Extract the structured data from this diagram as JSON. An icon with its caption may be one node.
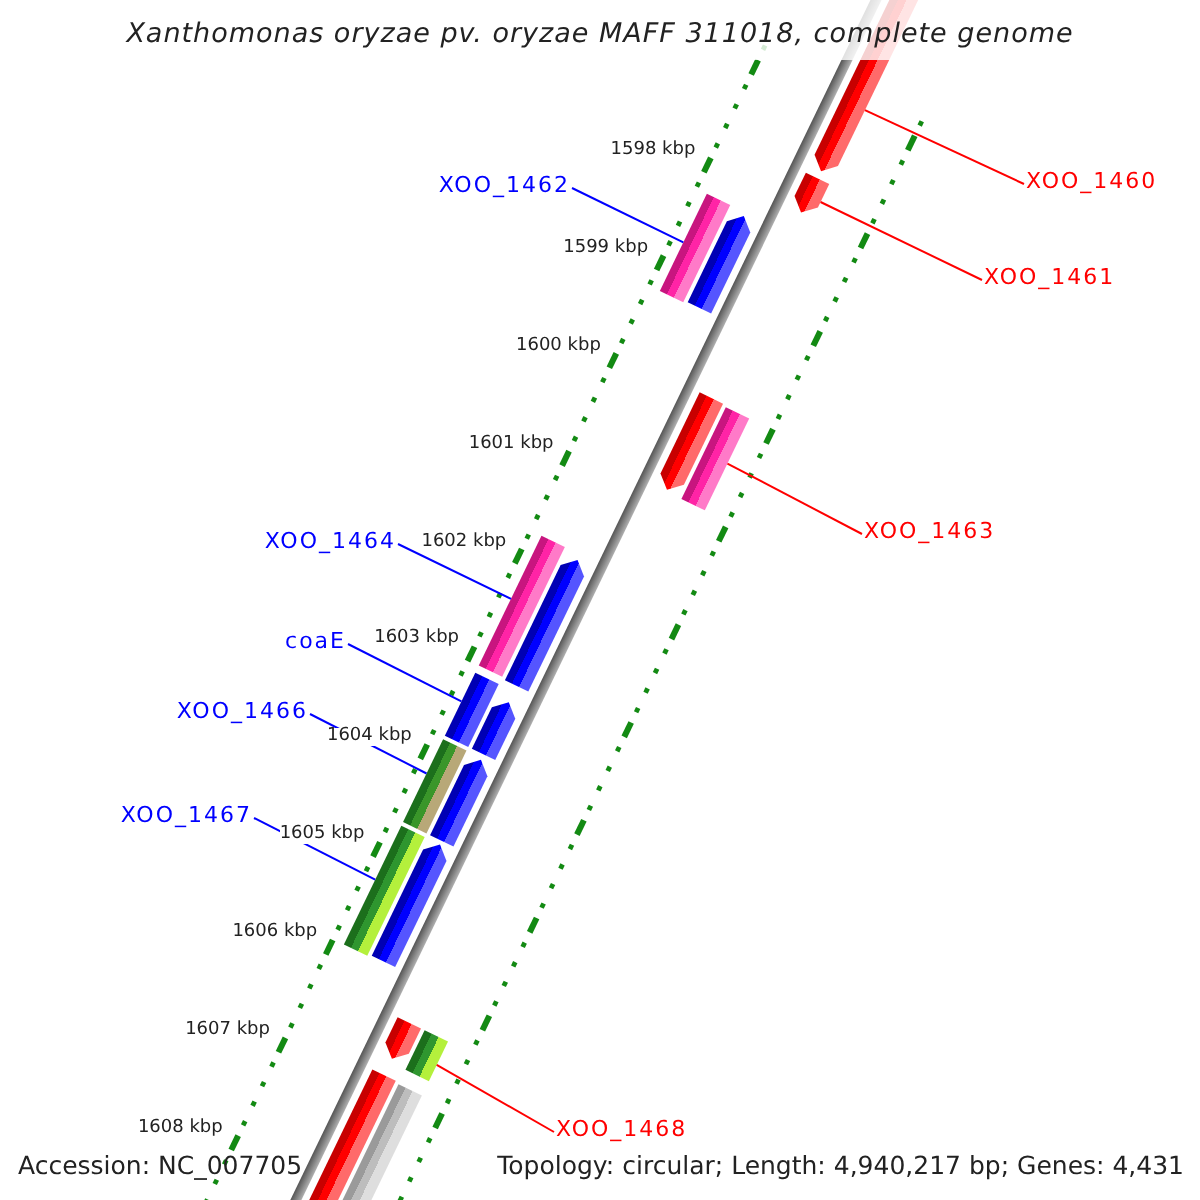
{
  "diagram": {
    "title": "Xanthomonas oryzae pv. oryzae MAFF 311018, complete genome",
    "nodes": [
      {
        "text": [
          "XOO_1460"
        ]
      },
      {
        "text": [
          "XOO_1461"
        ]
      },
      {
        "text": [
          "XOO_1462"
        ]
      },
      {
        "text": [
          "XOO_1463"
        ]
      },
      {
        "text": [
          "XOO_1464"
        ]
      },
      {
        "text": [
          "coaE"
        ]
      },
      {
        "text": [
          "XOO_1466"
        ]
      },
      {
        "text": [
          "XOO_1467"
        ]
      },
      {
        "text": [
          "XOO_1468"
        ]
      },
      {
        "text": [],
        "shape": "pentagon"
      },
      {
        "text": [],
        "shape": "pentagon"
      },
      {
        "text": [],
        "shape": "bar"
      },
      {
        "text": [],
        "shape": "bar"
      },
      {
        "text": [],
        "shape": "bar"
      },
      {
        "text": [],
        "shape": "bar"
      },
      {
        "text": [],
        "shape": "bar"
      },
      {
        "text": [],
        "shape": "bar"
      },
      {
        "text": [],
        "shape": "bar"
      },
      {
        "text": [],
        "shape": "pentagon"
      },
      {
        "text": [],
        "shape": "pentagon"
      },
      {
        "text": [],
        "shape": "bar"
      },
      {
        "text": [],
        "shape": "bar"
      },
      {
        "text": [],
        "shape": "pentagon"
      },
      {
        "text": [],
        "shape": "pentagon"
      },
      {
        "text": [],
        "shape": "pentagon"
      },
      {
        "text": [],
        "shape": "pentagon"
      },
      {
        "text": [],
        "shape": "pentagon"
      }
    ],
    "edges": [
      {
        "from": 0,
        "to": 9,
        "arrow": "none",
        "color": "#ff0000"
      },
      {
        "from": 1,
        "to": 10,
        "arrow": "none",
        "color": "#ff0000"
      },
      {
        "from": 2,
        "to": 11,
        "arrow": "none"
      },
      {
        "from": 3,
        "to": 12,
        "arrow": "none",
        "color": "#ff0000"
      },
      {
        "from": 4,
        "to": 13,
        "arrow": "none"
      },
      {
        "from": 5,
        "to": 14,
        "arrow": "none"
      },
      {
        "from": 6,
        "to": 15,
        "arrow": "none"
      },
      {
        "from": 7,
        "to": 16,
        "arrow": "none"
      },
      {
        "from": 8,
        "to": 17,
        "arrow": "none",
        "color": "#ff0000"
      }
    ],
    "labels": [
      "1598 kbp",
      "1599 kbp",
      "1600 kbp",
      "1601 kbp",
      "1602 kbp",
      "1603 kbp",
      "1604 kbp",
      "1605 kbp",
      "1606 kbp",
      "1607 kbp",
      "1608 kbp",
      "Accession: NC_007705",
      "Topology: circular; Length: 4,940,217 bp; Genes: 4,431"
    ]
  }
}
